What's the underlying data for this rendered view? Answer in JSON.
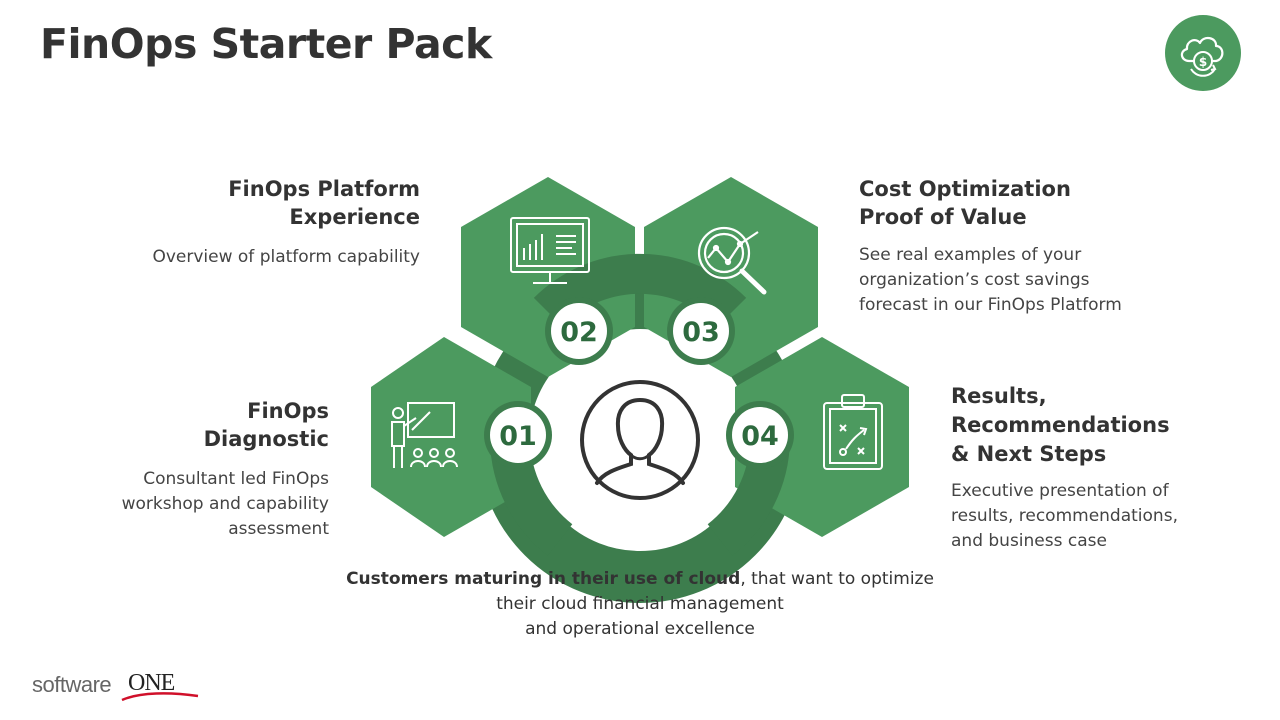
{
  "slide": {
    "title": "FinOps Starter Pack"
  },
  "steps": [
    {
      "number": "01",
      "title_line1": "FinOps",
      "title_line2": "Diagnostic",
      "desc_line1": "Consultant led FinOps",
      "desc_line2": "workshop and capability",
      "desc_line3": "assessment",
      "icon": "presentation-icon"
    },
    {
      "number": "02",
      "title_line1": "FinOps Platform",
      "title_line2": "Experience",
      "desc_line1": "Overview of platform capability",
      "icon": "monitor-chart-icon"
    },
    {
      "number": "03",
      "title_line1": "Cost Optimization",
      "title_line2": "Proof of Value",
      "desc_line1": "See real examples of your",
      "desc_line2": "organization’s cost savings",
      "desc_line3": "forecast in our FinOps Platform",
      "icon": "magnifier-chart-icon"
    },
    {
      "number": "04",
      "title_line1": "Results,",
      "title_line2": "Recommendations",
      "title_line3": "& Next Steps",
      "desc_line1": "Executive presentation of",
      "desc_line2": "results, recommendations,",
      "desc_line3": "and business case",
      "icon": "clipboard-strategy-icon"
    }
  ],
  "center": {
    "icon": "person-icon"
  },
  "caption": {
    "bold": "Customers maturing in their use of cloud",
    "rest_line1": ", that want to optimize their cloud financial management",
    "line2": "and operational excellence"
  },
  "brand": {
    "logo_prefix": "software",
    "logo_suffix": "ONE",
    "corner_icon": "cloud-dollar-icon"
  },
  "colors": {
    "hex_green": "#4c9a5f",
    "dark_green": "#2d6a3e",
    "text": "#333333"
  }
}
